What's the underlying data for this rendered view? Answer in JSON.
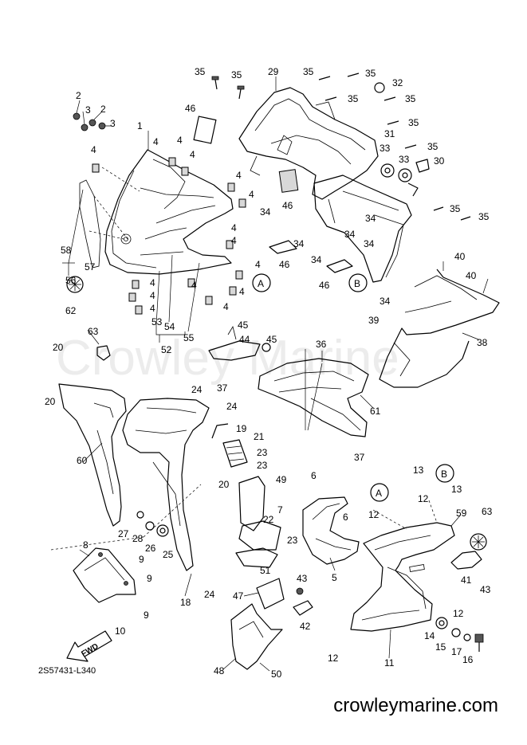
{
  "diagram": {
    "drawing_code": "2S57431-L340",
    "website": "crowleymarine.com",
    "watermark": "Crowley Marine",
    "fwd_label": "FWD",
    "callouts": [
      {
        "id": "A"
      },
      {
        "id": "B"
      },
      {
        "id": "A"
      },
      {
        "id": "B"
      }
    ],
    "part_numbers": [
      "1",
      "2",
      "2",
      "3",
      "3",
      "4",
      "4",
      "4",
      "4",
      "4",
      "4",
      "4",
      "4",
      "4",
      "4",
      "4",
      "4",
      "4",
      "4",
      "4",
      "5",
      "6",
      "6",
      "7",
      "8",
      "9",
      "9",
      "9",
      "10",
      "11",
      "12",
      "12",
      "12",
      "12",
      "13",
      "13",
      "14",
      "15",
      "16",
      "17",
      "18",
      "19",
      "20",
      "20",
      "20",
      "21",
      "22",
      "23",
      "23",
      "23",
      "24",
      "24",
      "24",
      "25",
      "26",
      "27",
      "28",
      "29",
      "30",
      "31",
      "32",
      "33",
      "33",
      "34",
      "34",
      "34",
      "34",
      "34",
      "34",
      "34",
      "35",
      "35",
      "35",
      "35",
      "35",
      "35",
      "35",
      "35",
      "35",
      "35",
      "36",
      "37",
      "37",
      "38",
      "39",
      "40",
      "40",
      "41",
      "42",
      "43",
      "43",
      "44",
      "45",
      "45",
      "46",
      "46",
      "46",
      "46",
      "47",
      "48",
      "49",
      "50",
      "51",
      "52",
      "53",
      "54",
      "55",
      "56",
      "57",
      "58",
      "59",
      "60",
      "61",
      "62",
      "63",
      "63"
    ]
  }
}
